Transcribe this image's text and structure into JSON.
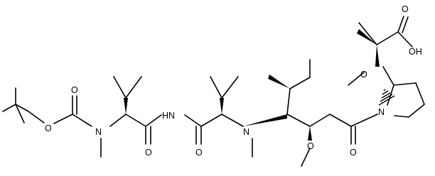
{
  "molecule": {
    "atom_labels": {
      "oh": "OH",
      "o_acid_carbonyl": "O",
      "o_methoxy_upper": "O",
      "n_pyrrolidine": "N",
      "o_ketone": "O",
      "o_methoxy_lower": "O",
      "n_amine": "N",
      "o_amide_right": "O",
      "nh_amide": "HN",
      "o_amide_left": "O",
      "n_carbamate": "N",
      "o_carbamate_carbonyl": "O",
      "o_carbamate_ester": "O"
    }
  }
}
